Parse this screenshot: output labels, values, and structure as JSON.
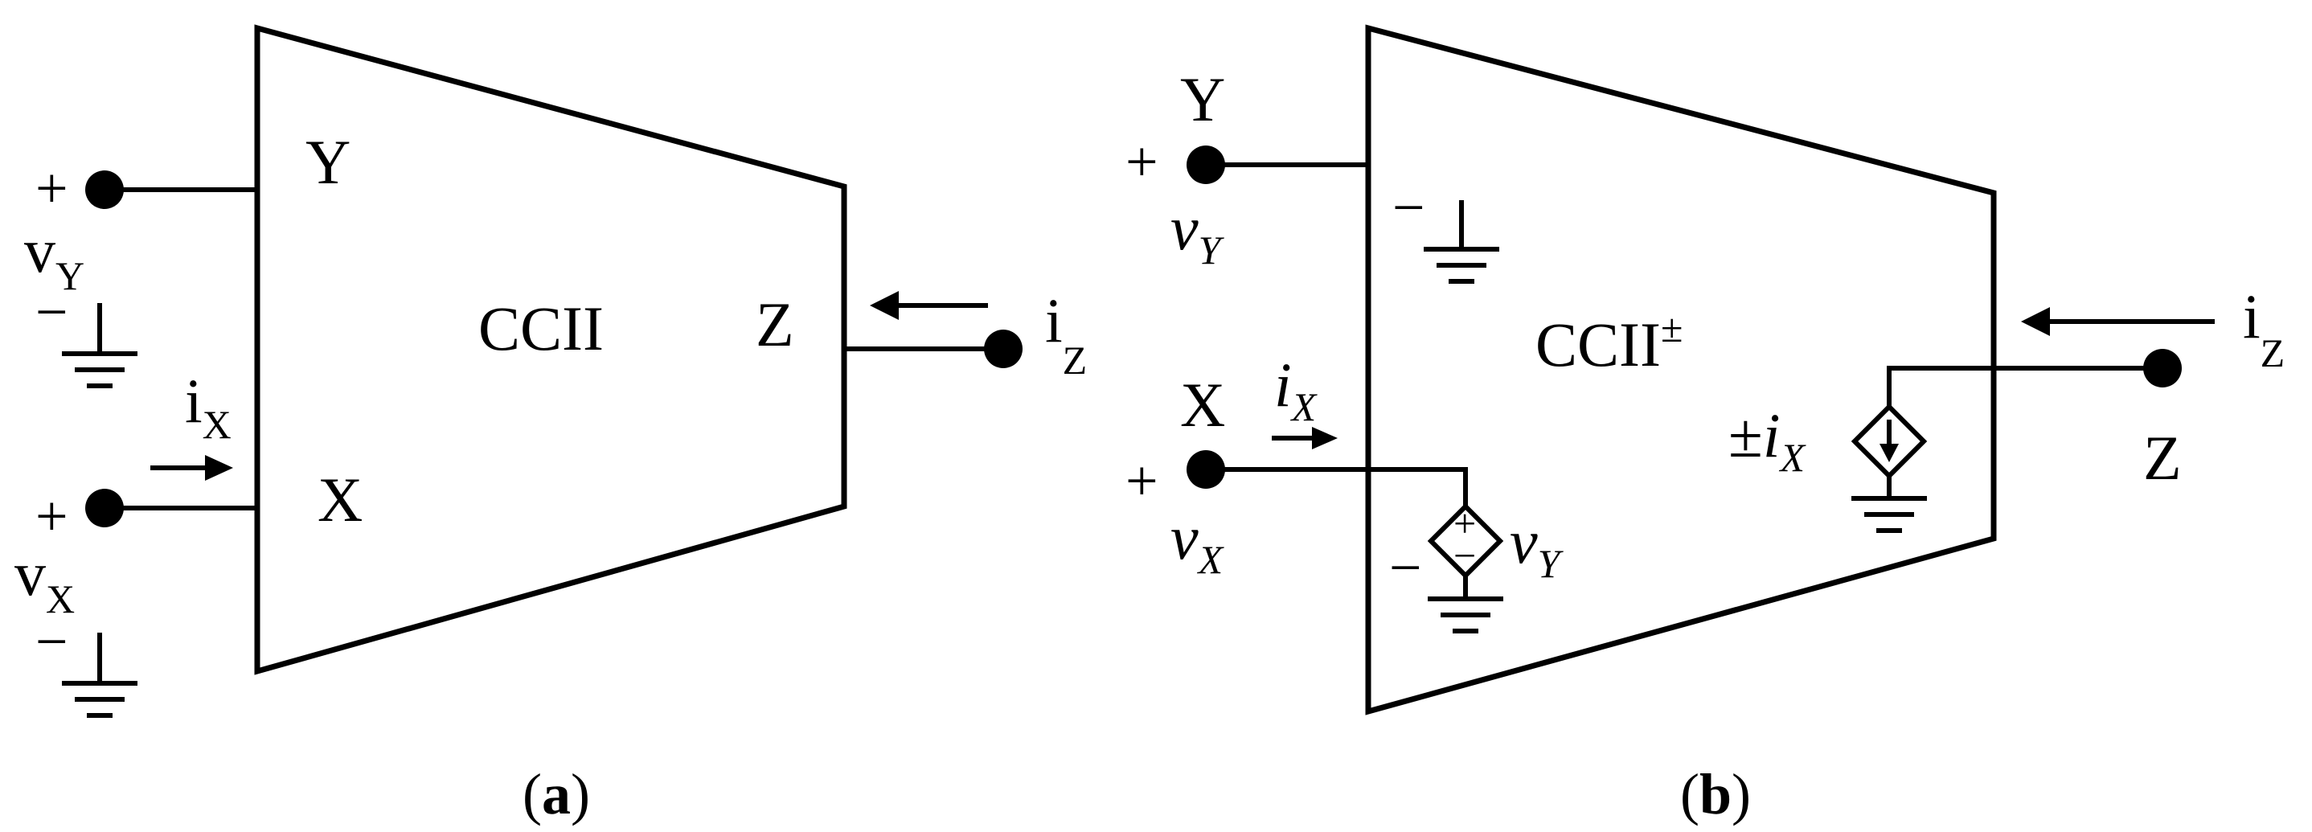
{
  "diagram_a": {
    "block_label": "CCII",
    "port_y": "Y",
    "port_x": "X",
    "port_z": "Z",
    "plus": "+",
    "minus": "−",
    "v": "v",
    "sub_y": "Y",
    "sub_x": "X",
    "i": "i",
    "sub_z": "Z",
    "caption_open": "(",
    "caption_letter": "a",
    "caption_close": ")"
  },
  "diagram_b": {
    "block_label": "CCII",
    "block_sup": "±",
    "port_y": "Y",
    "port_x": "X",
    "port_z": "Z",
    "plus": "+",
    "minus": "−",
    "v": "v",
    "sub_y": "Y",
    "sub_x": "X",
    "i": "i",
    "sub_z": "Z",
    "pm": "±",
    "src_plus": "+",
    "src_minus": "−",
    "caption_open": "(",
    "caption_letter": "b",
    "caption_close": ")"
  }
}
